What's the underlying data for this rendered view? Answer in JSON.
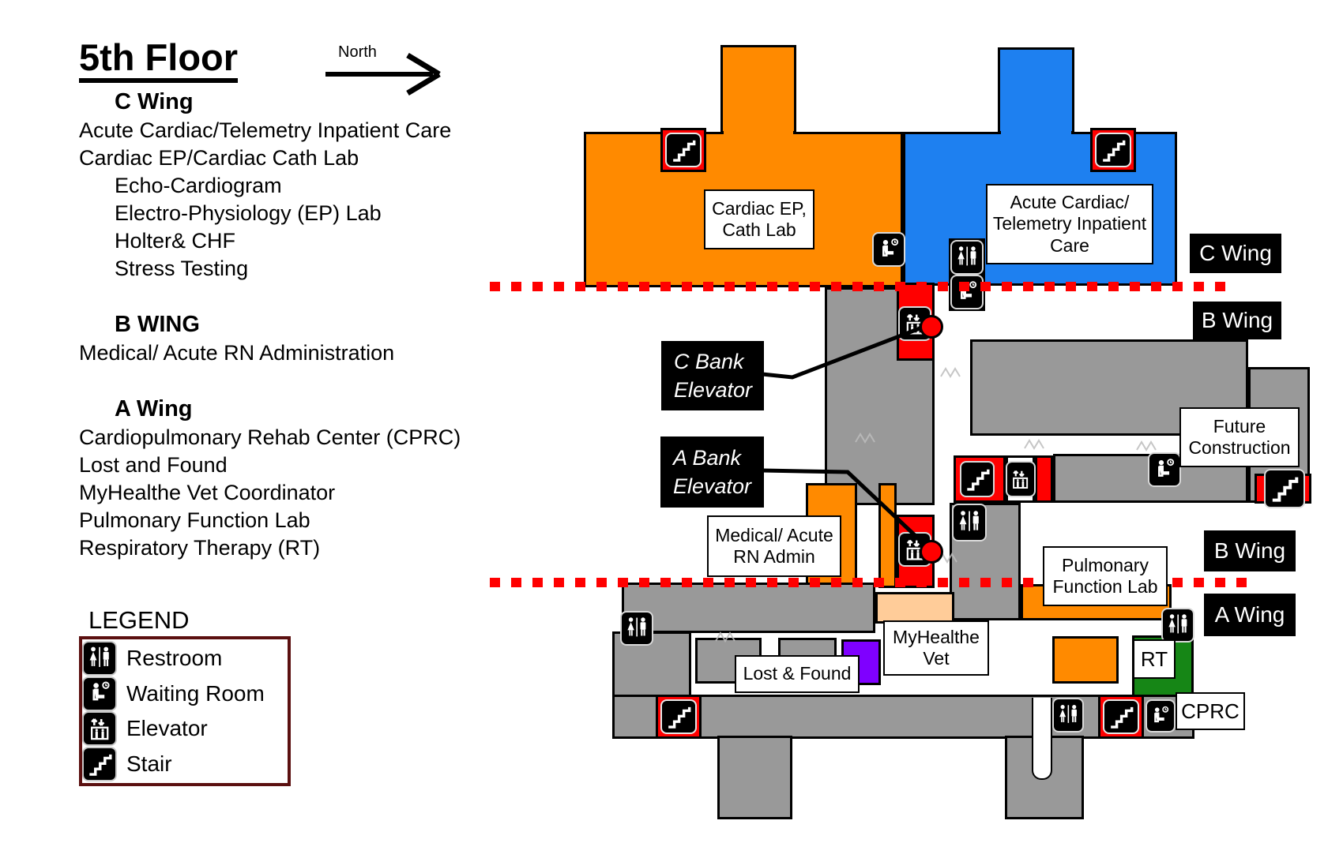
{
  "title": "5th Floor",
  "north_label": "North",
  "directory": {
    "lines": [
      {
        "t": "C Wing",
        "cls": "dir-heading"
      },
      {
        "t": "Acute Cardiac/Telemetry Inpatient Care",
        "cls": "dir-item"
      },
      {
        "t": "Cardiac EP/Cardiac Cath Lab",
        "cls": "dir-item"
      },
      {
        "t": "Echo-Cardiogram",
        "cls": "dir-item indent"
      },
      {
        "t": "Electro-Physiology (EP) Lab",
        "cls": "dir-item indent"
      },
      {
        "t": "Holter& CHF",
        "cls": "dir-item indent"
      },
      {
        "t": "Stress Testing",
        "cls": "dir-item indent"
      },
      {
        "t": "",
        "cls": "dir-gap"
      },
      {
        "t": "B WING",
        "cls": "dir-heading"
      },
      {
        "t": "Medical/ Acute RN Administration",
        "cls": "dir-item"
      },
      {
        "t": "",
        "cls": "dir-gap"
      },
      {
        "t": "A Wing",
        "cls": "dir-heading"
      },
      {
        "t": "Cardiopulmonary Rehab Center (CPRC)",
        "cls": "dir-item"
      },
      {
        "t": "Lost and Found",
        "cls": "dir-item"
      },
      {
        "t": "MyHealthe Vet Coordinator",
        "cls": "dir-item"
      },
      {
        "t": "Pulmonary Function Lab",
        "cls": "dir-item"
      },
      {
        "t": "Respiratory Therapy (RT)",
        "cls": "dir-item"
      }
    ]
  },
  "legend": {
    "heading": "LEGEND",
    "items": [
      {
        "icon": "restroom-icon",
        "label": "Restroom"
      },
      {
        "icon": "waiting-room-icon",
        "label": "Waiting Room"
      },
      {
        "icon": "elevator-icon",
        "label": "Elevator"
      },
      {
        "icon": "stair-icon",
        "label": "Stair"
      }
    ]
  },
  "map": {
    "labels": {
      "cardiac_ep": "Cardiac EP,\nCath Lab",
      "acute_cardiac": "Acute Cardiac/\nTelemetry Inpatient\nCare",
      "c_wing_tag": "C Wing",
      "b_wing_tag_top": "B Wing",
      "b_wing_tag_bottom": "B Wing",
      "a_wing_tag": "A Wing",
      "c_bank_elevator": "C Bank\nElevator",
      "a_bank_elevator": "A Bank\nElevator",
      "rn_admin": "Medical/ Acute\nRN Admin",
      "future_construction": "Future\nConstruction",
      "pulmonary": "Pulmonary\nFunction Lab",
      "myhealthe_vet": "MyHealthe\nVet",
      "lost_found": "Lost & Found",
      "rt": "RT",
      "cprc": "CPRC"
    },
    "colors": {
      "orange": "#FF8A00",
      "blue": "#1E80F0",
      "gray": "#999999",
      "red": "#FF0000",
      "purple": "#7F00FF",
      "green": "#168616",
      "peach": "#FFCC99",
      "legend_border": "#5B1010"
    }
  }
}
